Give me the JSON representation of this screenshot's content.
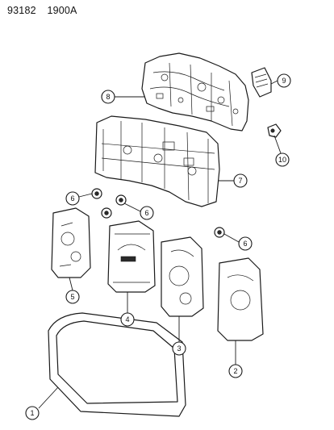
{
  "header": {
    "doc_number": "93182",
    "figure_code": "1900A"
  },
  "callouts": [
    {
      "id": "c1",
      "label": "1"
    },
    {
      "id": "c2",
      "label": "2"
    },
    {
      "id": "c3",
      "label": "3"
    },
    {
      "id": "c4",
      "label": "4"
    },
    {
      "id": "c5",
      "label": "5"
    },
    {
      "id": "c6a",
      "label": "6"
    },
    {
      "id": "c6b",
      "label": "6"
    },
    {
      "id": "c6c",
      "label": "6"
    },
    {
      "id": "c7",
      "label": "7"
    },
    {
      "id": "c8",
      "label": "8"
    },
    {
      "id": "c9",
      "label": "9"
    },
    {
      "id": "c10",
      "label": "10"
    }
  ]
}
